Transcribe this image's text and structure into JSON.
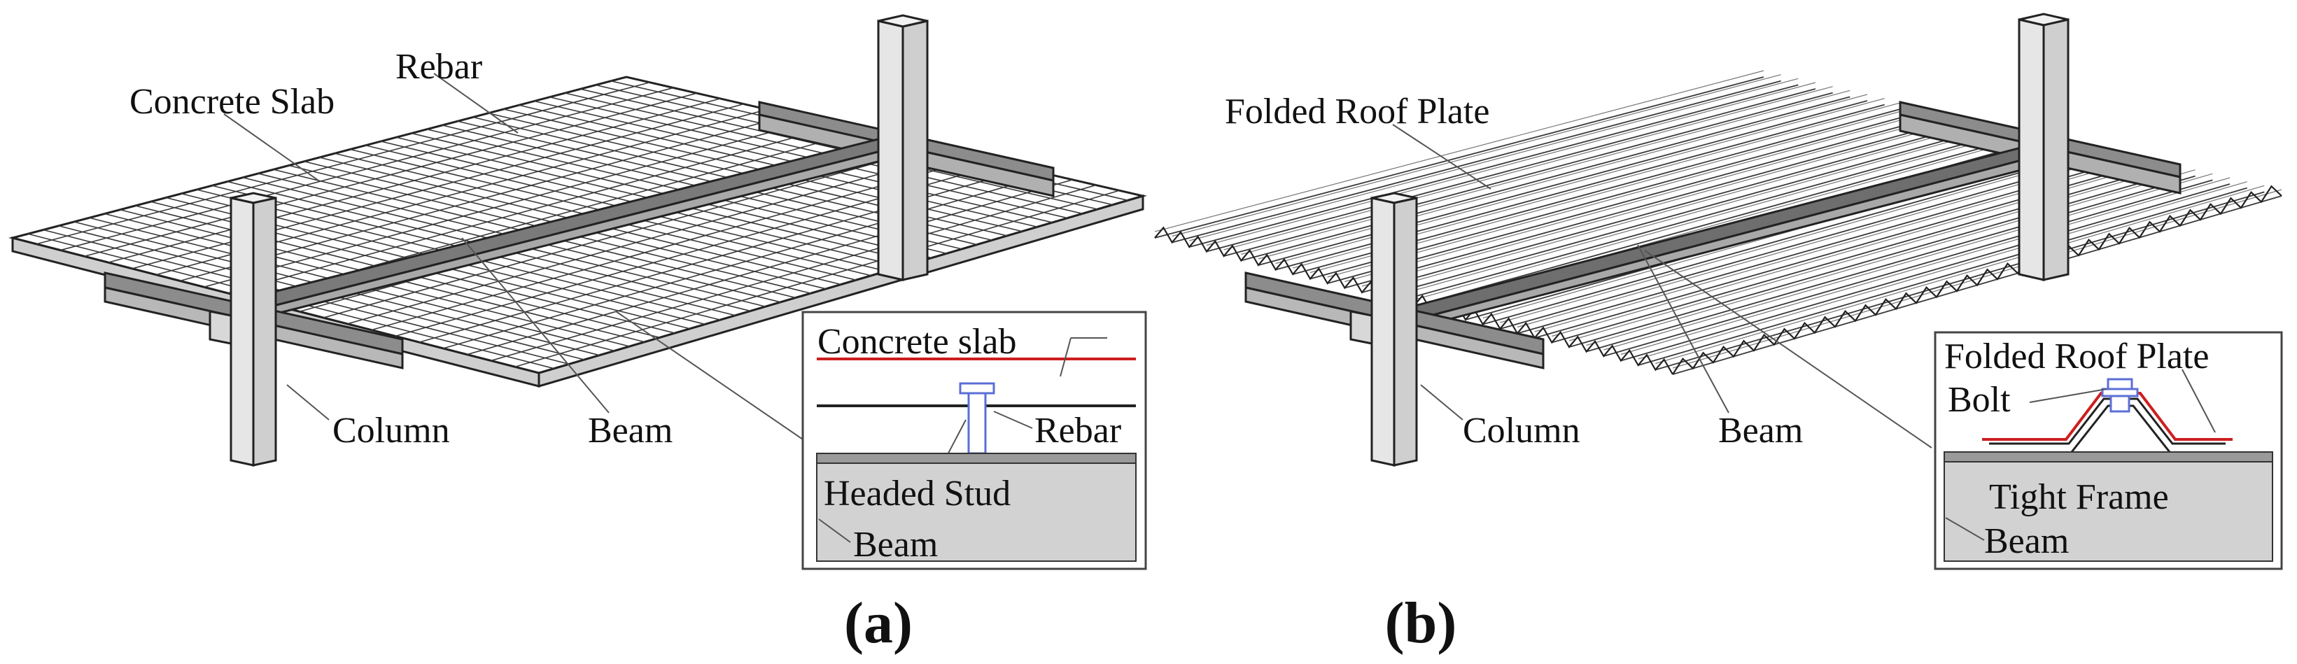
{
  "panel_a": {
    "caption": "(a)",
    "labels": {
      "concrete_slab": "Concrete Slab",
      "rebar": "Rebar",
      "column": "Column",
      "beam": "Beam"
    },
    "detail": {
      "concrete_slab": "Concrete slab",
      "rebar": "Rebar",
      "headed_stud": "Headed Stud",
      "beam": "Beam"
    }
  },
  "panel_b": {
    "caption": "(b)",
    "labels": {
      "folded_roof_plate": "Folded Roof Plate",
      "column": "Column",
      "beam": "Beam"
    },
    "detail": {
      "folded_roof_plate": "Folded Roof Plate",
      "bolt": "Bolt",
      "tight_frame": "Tight Frame",
      "beam": "Beam"
    }
  },
  "colors": {
    "line": "#222222",
    "grid": "#3a3a3a",
    "beam_fill": "#8c8c8c",
    "column_fill": "#e6e6e6",
    "red_layer": "#cc1f1f",
    "blue_part": "#5b6fd6",
    "frame_fill": "#d2d2d2"
  }
}
